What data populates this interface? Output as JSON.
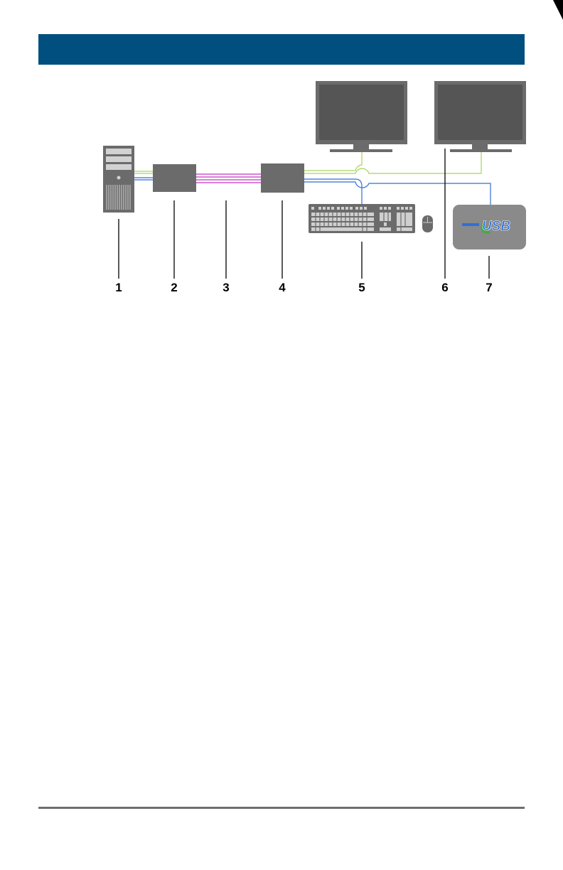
{
  "colors": {
    "header": "#004f7f",
    "device": "#6b6b6b",
    "video_cable": "#a6d35a",
    "usb_cable": "#2f6fd6",
    "link_cable": "#c036c0",
    "footer_rule": "#6f6f6f"
  },
  "icons": [
    "pc-tower-icon",
    "transmitter-icon",
    "receiver-icon",
    "monitor-icon",
    "keyboard-icon",
    "mouse-icon",
    "usb-device-icon"
  ],
  "usb_logo_text": "USB",
  "callouts": [
    "1",
    "2",
    "3",
    "4",
    "5",
    "6",
    "7"
  ]
}
